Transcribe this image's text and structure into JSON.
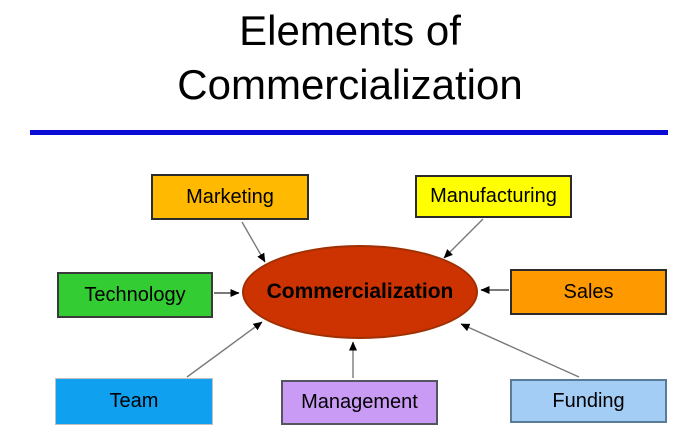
{
  "title": {
    "line1": "Elements of",
    "line2": "Commercialization"
  },
  "divider": {
    "color": "#0b0bd6"
  },
  "center_node": {
    "label": "Commercialization",
    "fill": "#cc3300",
    "border_color": "#a03000",
    "text_color": "#000000"
  },
  "nodes": [
    {
      "id": "marketing",
      "label": "Marketing",
      "fill": "#ffb900"
    },
    {
      "id": "manufacturing",
      "label": "Manufacturing",
      "fill": "#ffff00"
    },
    {
      "id": "technology",
      "label": "Technology",
      "fill": "#33cc33"
    },
    {
      "id": "sales",
      "label": "Sales",
      "fill": "#ff9900"
    },
    {
      "id": "team",
      "label": "Team",
      "fill": "#0fa0f0"
    },
    {
      "id": "management",
      "label": "Management",
      "fill": "#ca9bf5"
    },
    {
      "id": "funding",
      "label": "Funding",
      "fill": "#a3cdf5"
    }
  ],
  "arrow": {
    "line_color": "#7a7a7a",
    "head_color": "#000000"
  }
}
